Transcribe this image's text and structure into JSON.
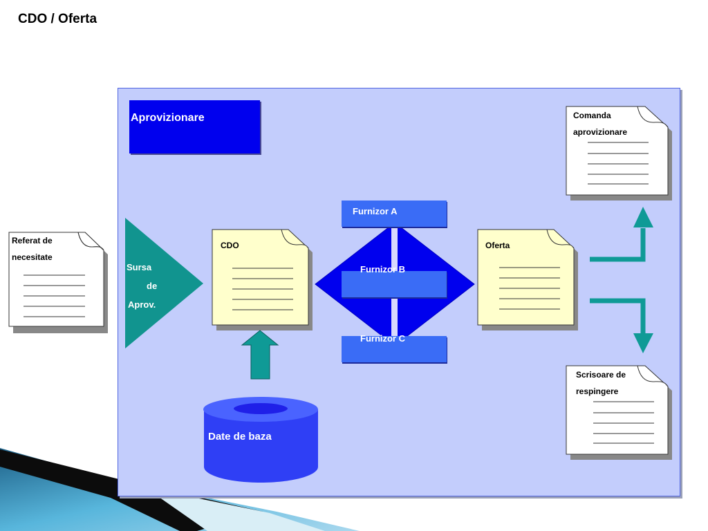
{
  "title": "CDO / Oferta",
  "section_label": "Aprovizionare",
  "source": {
    "line1": "Sursa",
    "line2": "de",
    "line3": "Aprov."
  },
  "documents": {
    "referat": {
      "line1": "Referat de",
      "line2": "necesitate"
    },
    "cdo": {
      "line1": "CDO"
    },
    "oferta": {
      "line1": "Oferta"
    },
    "comanda": {
      "line1": "Comanda",
      "line2": "aprovizionare"
    },
    "scrisoare": {
      "line1": "Scrisoare de",
      "line2": "respingere"
    }
  },
  "suppliers": [
    "Furnizor A",
    "Furnizor B",
    "Furnizor C"
  ],
  "database_label": "Date de baza",
  "colors": {
    "panel": "#c3cdfc",
    "blue_box": "#0000ee",
    "supplier_bar": "#3a6cf6",
    "teal": "#0f9a96",
    "doc_yellow": "#ffffcc",
    "cylinder": "#2f3ff5"
  }
}
